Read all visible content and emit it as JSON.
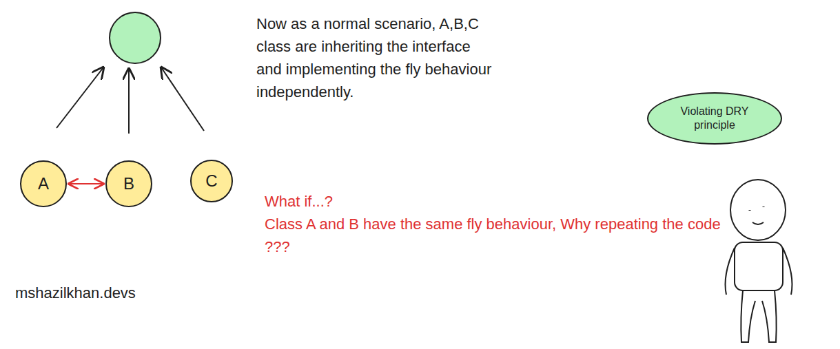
{
  "diagram": {
    "nodes": [
      {
        "text": [
          "A"
        ]
      },
      {
        "text": [
          "B"
        ]
      },
      {
        "text": [
          "C"
        ]
      },
      {
        "text": [
          "Violating DRY principle"
        ]
      }
    ],
    "edges": [
      {
        "from": 0,
        "to": 1,
        "arrow": "both"
      }
    ],
    "labels": [
      "Now as a normal scenario, A,B,C class are inheriting the interface and implementing the fly behaviour independently.",
      "What if...?",
      "Class A and B have the same fly behaviour, Why repeating the code ???",
      "mshazilkhan.devs"
    ]
  }
}
